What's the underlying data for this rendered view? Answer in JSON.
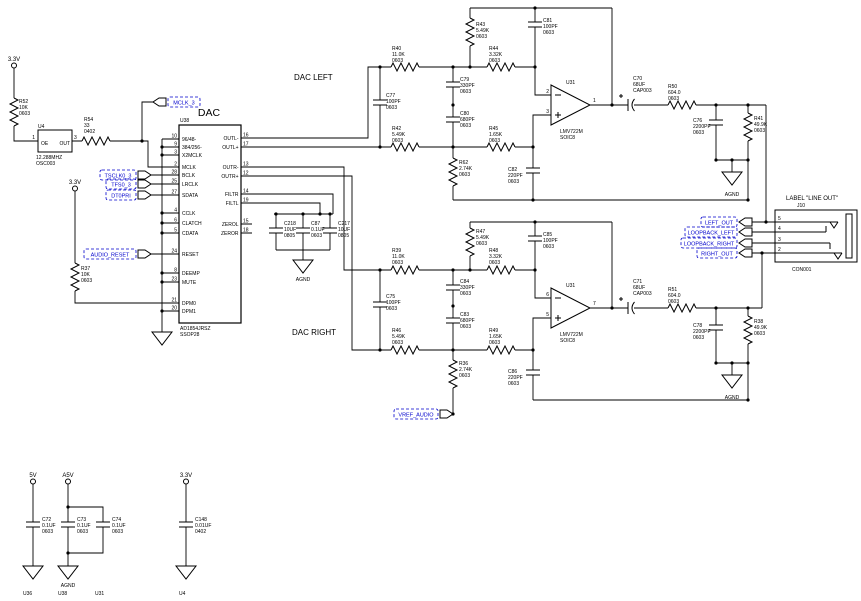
{
  "titles": {
    "dac": "DAC",
    "dac_left": "DAC LEFT",
    "dac_right": "DAC RIGHT",
    "line_out": "LABEL \"LINE OUT\""
  },
  "nets": {
    "v33": "3.3V",
    "v5": "5V",
    "a5v": "A5V",
    "agnd": "AGND"
  },
  "net_labels": {
    "mclk": "MCLK_3",
    "tsclk": "TSCLK0_3",
    "tfs": "TFS0_3",
    "dtpri": "DT0PRI",
    "audio_reset": "AUDIO_RESET",
    "vref": "VREF_AUDIO",
    "left_out": "LEFT_OUT",
    "loopback_left": "LOOPBACK_LEFT",
    "loopback_right": "LOOPBACK_RIGHT",
    "right_out": "RIGHT_OUT"
  },
  "oscillator": {
    "ref": "U4",
    "part": "12.288MHZ",
    "fp": "OSC003",
    "pin_oe": "OE",
    "pin_out": "OUT",
    "num_oe": "1",
    "num_out": "3"
  },
  "dac": {
    "ref": "U38",
    "part": "AD1854JRSZ",
    "fp": "SSOP28",
    "left_pins": [
      {
        "num": "10",
        "name": "96/48-"
      },
      {
        "num": "9",
        "name": "384/256-"
      },
      {
        "num": "3",
        "name": "X2MCLK"
      },
      {
        "num": "2",
        "name": "MCLK"
      },
      {
        "num": "28",
        "name": "BCLK"
      },
      {
        "num": "25",
        "name": "LRCLK"
      },
      {
        "num": "27",
        "name": "SDATA"
      },
      {
        "num": "4",
        "name": "CCLK"
      },
      {
        "num": "6",
        "name": "CLATCH"
      },
      {
        "num": "5",
        "name": "CDATA"
      },
      {
        "num": "24",
        "name": "RESET"
      },
      {
        "num": "8",
        "name": "DEEMP"
      },
      {
        "num": "23",
        "name": "MUTE"
      },
      {
        "num": "21",
        "name": "DPM0"
      },
      {
        "num": "20",
        "name": "DPM1"
      }
    ],
    "right_pins": [
      {
        "num": "16",
        "name": "OUTL-"
      },
      {
        "num": "17",
        "name": "OUTL+"
      },
      {
        "num": "13",
        "name": "OUTR-"
      },
      {
        "num": "12",
        "name": "OUTR+"
      },
      {
        "num": "14",
        "name": "FILTR"
      },
      {
        "num": "19",
        "name": "FILTL"
      },
      {
        "num": "15",
        "name": "ZEROL"
      },
      {
        "num": "18",
        "name": "ZEROR"
      }
    ]
  },
  "opamp": {
    "ref": "U31",
    "part": "LMV722M",
    "fp": "SOIC8",
    "a_in_n": "2",
    "a_in_p": "3",
    "a_out": "1",
    "b_in_n": "6",
    "b_in_p": "5",
    "b_out": "7"
  },
  "connector": {
    "ref": "J10",
    "fp": "CON001",
    "pins": [
      "5",
      "4",
      "3",
      "2"
    ]
  },
  "bottom_refs": {
    "c72": "U36",
    "c73": "U38",
    "c74": "U31",
    "c148": "U4"
  },
  "components": {
    "R52": [
      "R52",
      "10K",
      "0603"
    ],
    "R54": [
      "R54",
      "33",
      "0402"
    ],
    "R37": [
      "R37",
      "10K",
      "0603"
    ],
    "R40": [
      "R40",
      "11.0K",
      "0603"
    ],
    "R42": [
      "R42",
      "5.49K",
      "0603"
    ],
    "R43": [
      "R43",
      "5.49K",
      "0603"
    ],
    "R44": [
      "R44",
      "3.32K",
      "0603"
    ],
    "R45": [
      "R45",
      "1.65K",
      "0603"
    ],
    "R62": [
      "R62",
      "2.74K",
      "0603"
    ],
    "R50": [
      "R50",
      "604.0",
      "0603"
    ],
    "R41": [
      "R41",
      "49.9K",
      "0603"
    ],
    "R39": [
      "R39",
      "11.0K",
      "0603"
    ],
    "R46": [
      "R46",
      "5.49K",
      "0603"
    ],
    "R47": [
      "R47",
      "5.49K",
      "0603"
    ],
    "R48": [
      "R48",
      "3.32K",
      "0603"
    ],
    "R49": [
      "R49",
      "1.65K",
      "0603"
    ],
    "R36": [
      "R36",
      "2.74K",
      "0603"
    ],
    "R51": [
      "R51",
      "604.0",
      "0603"
    ],
    "R38": [
      "R38",
      "49.9K",
      "0603"
    ],
    "C77": [
      "C77",
      "100PF",
      "0603"
    ],
    "C79": [
      "C79",
      "330PF",
      "0603"
    ],
    "C80": [
      "C80",
      "680PF",
      "0603"
    ],
    "C81": [
      "C81",
      "100PF",
      "0603"
    ],
    "C82": [
      "C82",
      "220PF",
      "0603"
    ],
    "C70": [
      "C70",
      "68UF",
      "CAP003"
    ],
    "C76": [
      "C76",
      "2200PF",
      "0603"
    ],
    "C75": [
      "C75",
      "100PF",
      "0603"
    ],
    "C84": [
      "C84",
      "330PF",
      "0603"
    ],
    "C83": [
      "C83",
      "680PF",
      "0603"
    ],
    "C85": [
      "C85",
      "100PF",
      "0603"
    ],
    "C86": [
      "C86",
      "220PF",
      "0603"
    ],
    "C71": [
      "C71",
      "68UF",
      "CAP003"
    ],
    "C78": [
      "C78",
      "2200PF",
      "0603"
    ],
    "C218": [
      "C218",
      "10UF",
      "0805"
    ],
    "C87": [
      "C87",
      "0.1UF",
      "0603"
    ],
    "C217": [
      "C217",
      "10UF",
      "0805"
    ],
    "C72": [
      "C72",
      "0.1UF",
      "0603"
    ],
    "C73": [
      "C73",
      "0.1UF",
      "0603"
    ],
    "C74": [
      "C74",
      "0.1UF",
      "0603"
    ],
    "C148": [
      "C148",
      "0.01UF",
      "0402"
    ]
  }
}
